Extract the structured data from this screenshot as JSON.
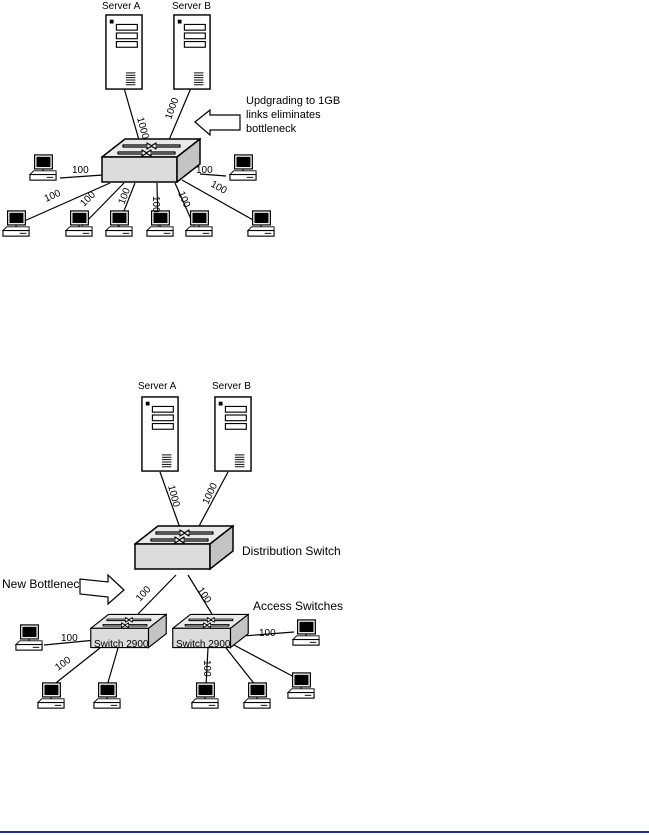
{
  "diagram_top": {
    "server_a": "Server A",
    "server_b": "Server B",
    "server_link_a": "1000",
    "server_link_b": "1000",
    "callout": [
      "Updgrading to 1GB",
      "links eliminates",
      "bottleneck"
    ],
    "client_links": [
      "100",
      "100",
      "100",
      "100",
      "100",
      "100",
      "100",
      "100"
    ]
  },
  "diagram_bottom": {
    "server_a": "Server A",
    "server_b": "Server B",
    "server_link_a": "1000",
    "server_link_b": "1000",
    "distribution_switch": "Distribution Switch",
    "new_bottleneck": "New Bottleneck",
    "access_switches": "Access Switches",
    "uplink_left": "100",
    "uplink_right": "100",
    "switch_left": "Switch 2900",
    "switch_right": "Switch 2900",
    "left_links": [
      "100",
      "100"
    ],
    "right_links": [
      "100",
      "100"
    ]
  }
}
